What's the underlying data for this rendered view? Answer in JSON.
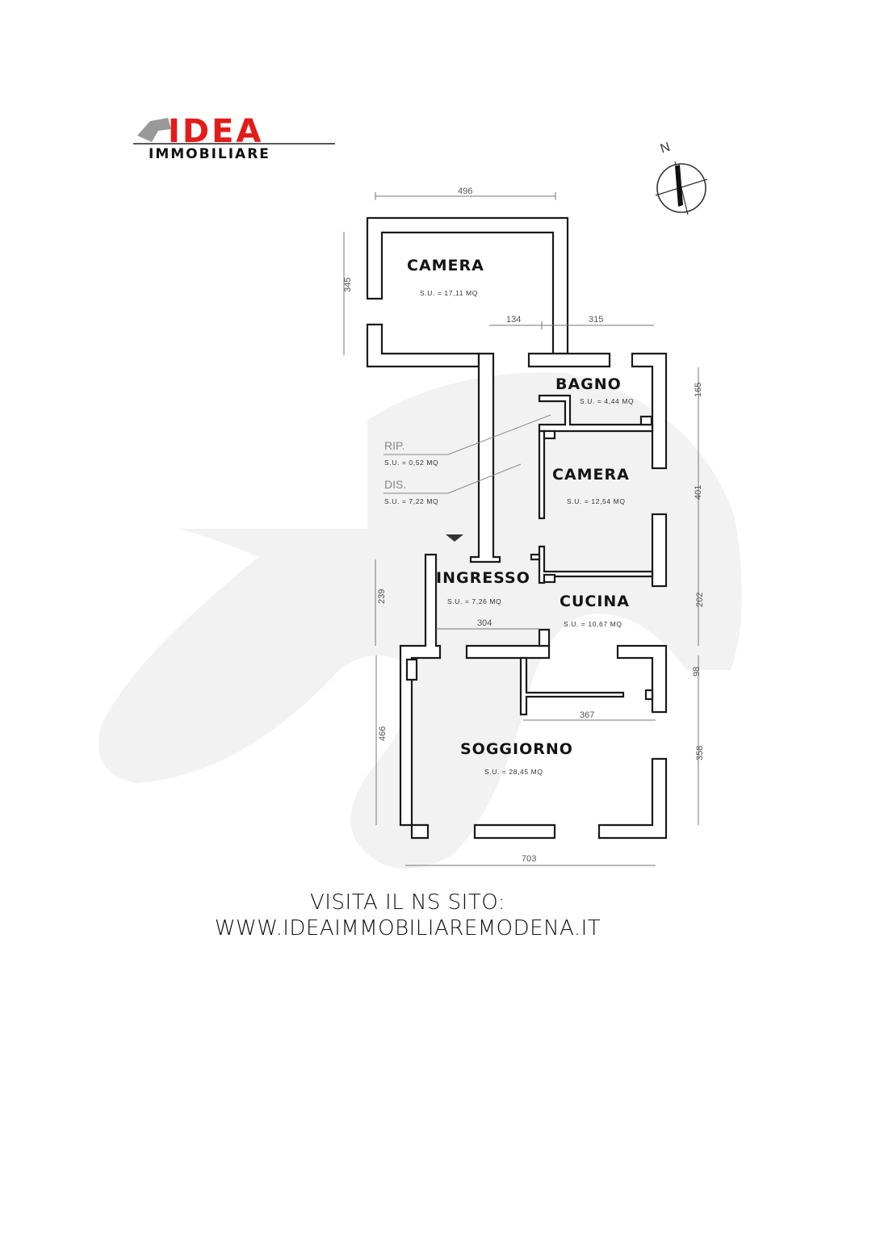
{
  "logo": {
    "brand": "IDEA",
    "subtitle": "IMMOBILIARE",
    "colors": {
      "brand": "#e21b1b",
      "subtitle": "#111111"
    }
  },
  "compass": {
    "label": "N"
  },
  "rooms": [
    {
      "id": "camera-1",
      "name": "CAMERA",
      "area": "S.U. = 17,11 MQ"
    },
    {
      "id": "bagno",
      "name": "BAGNO",
      "area": "S.U. = 4,44 MQ"
    },
    {
      "id": "rip",
      "name": "RIP.",
      "area": "S.U. = 0,52 MQ"
    },
    {
      "id": "dis",
      "name": "DIS.",
      "area": "S.U. = 7,22 MQ"
    },
    {
      "id": "camera-2",
      "name": "CAMERA",
      "area": "S.U. = 12,54 MQ"
    },
    {
      "id": "ingresso",
      "name": "INGRESSO",
      "area": "S.U. = 7,26 MQ"
    },
    {
      "id": "cucina",
      "name": "CUCINA",
      "area": "S.U. = 10,67 MQ"
    },
    {
      "id": "soggiorno",
      "name": "SOGGIORNO",
      "area": "S.U. = 28,45 MQ"
    }
  ],
  "dimensions": [
    "496",
    "345",
    "134",
    "315",
    "165",
    "401",
    "239",
    "202",
    "304",
    "98",
    "367",
    "466",
    "358",
    "703"
  ],
  "footer": {
    "line1": "VISITA IL NS SITO:",
    "line2": "WWW.IDEAIMMOBILIAREMODENA.IT"
  }
}
